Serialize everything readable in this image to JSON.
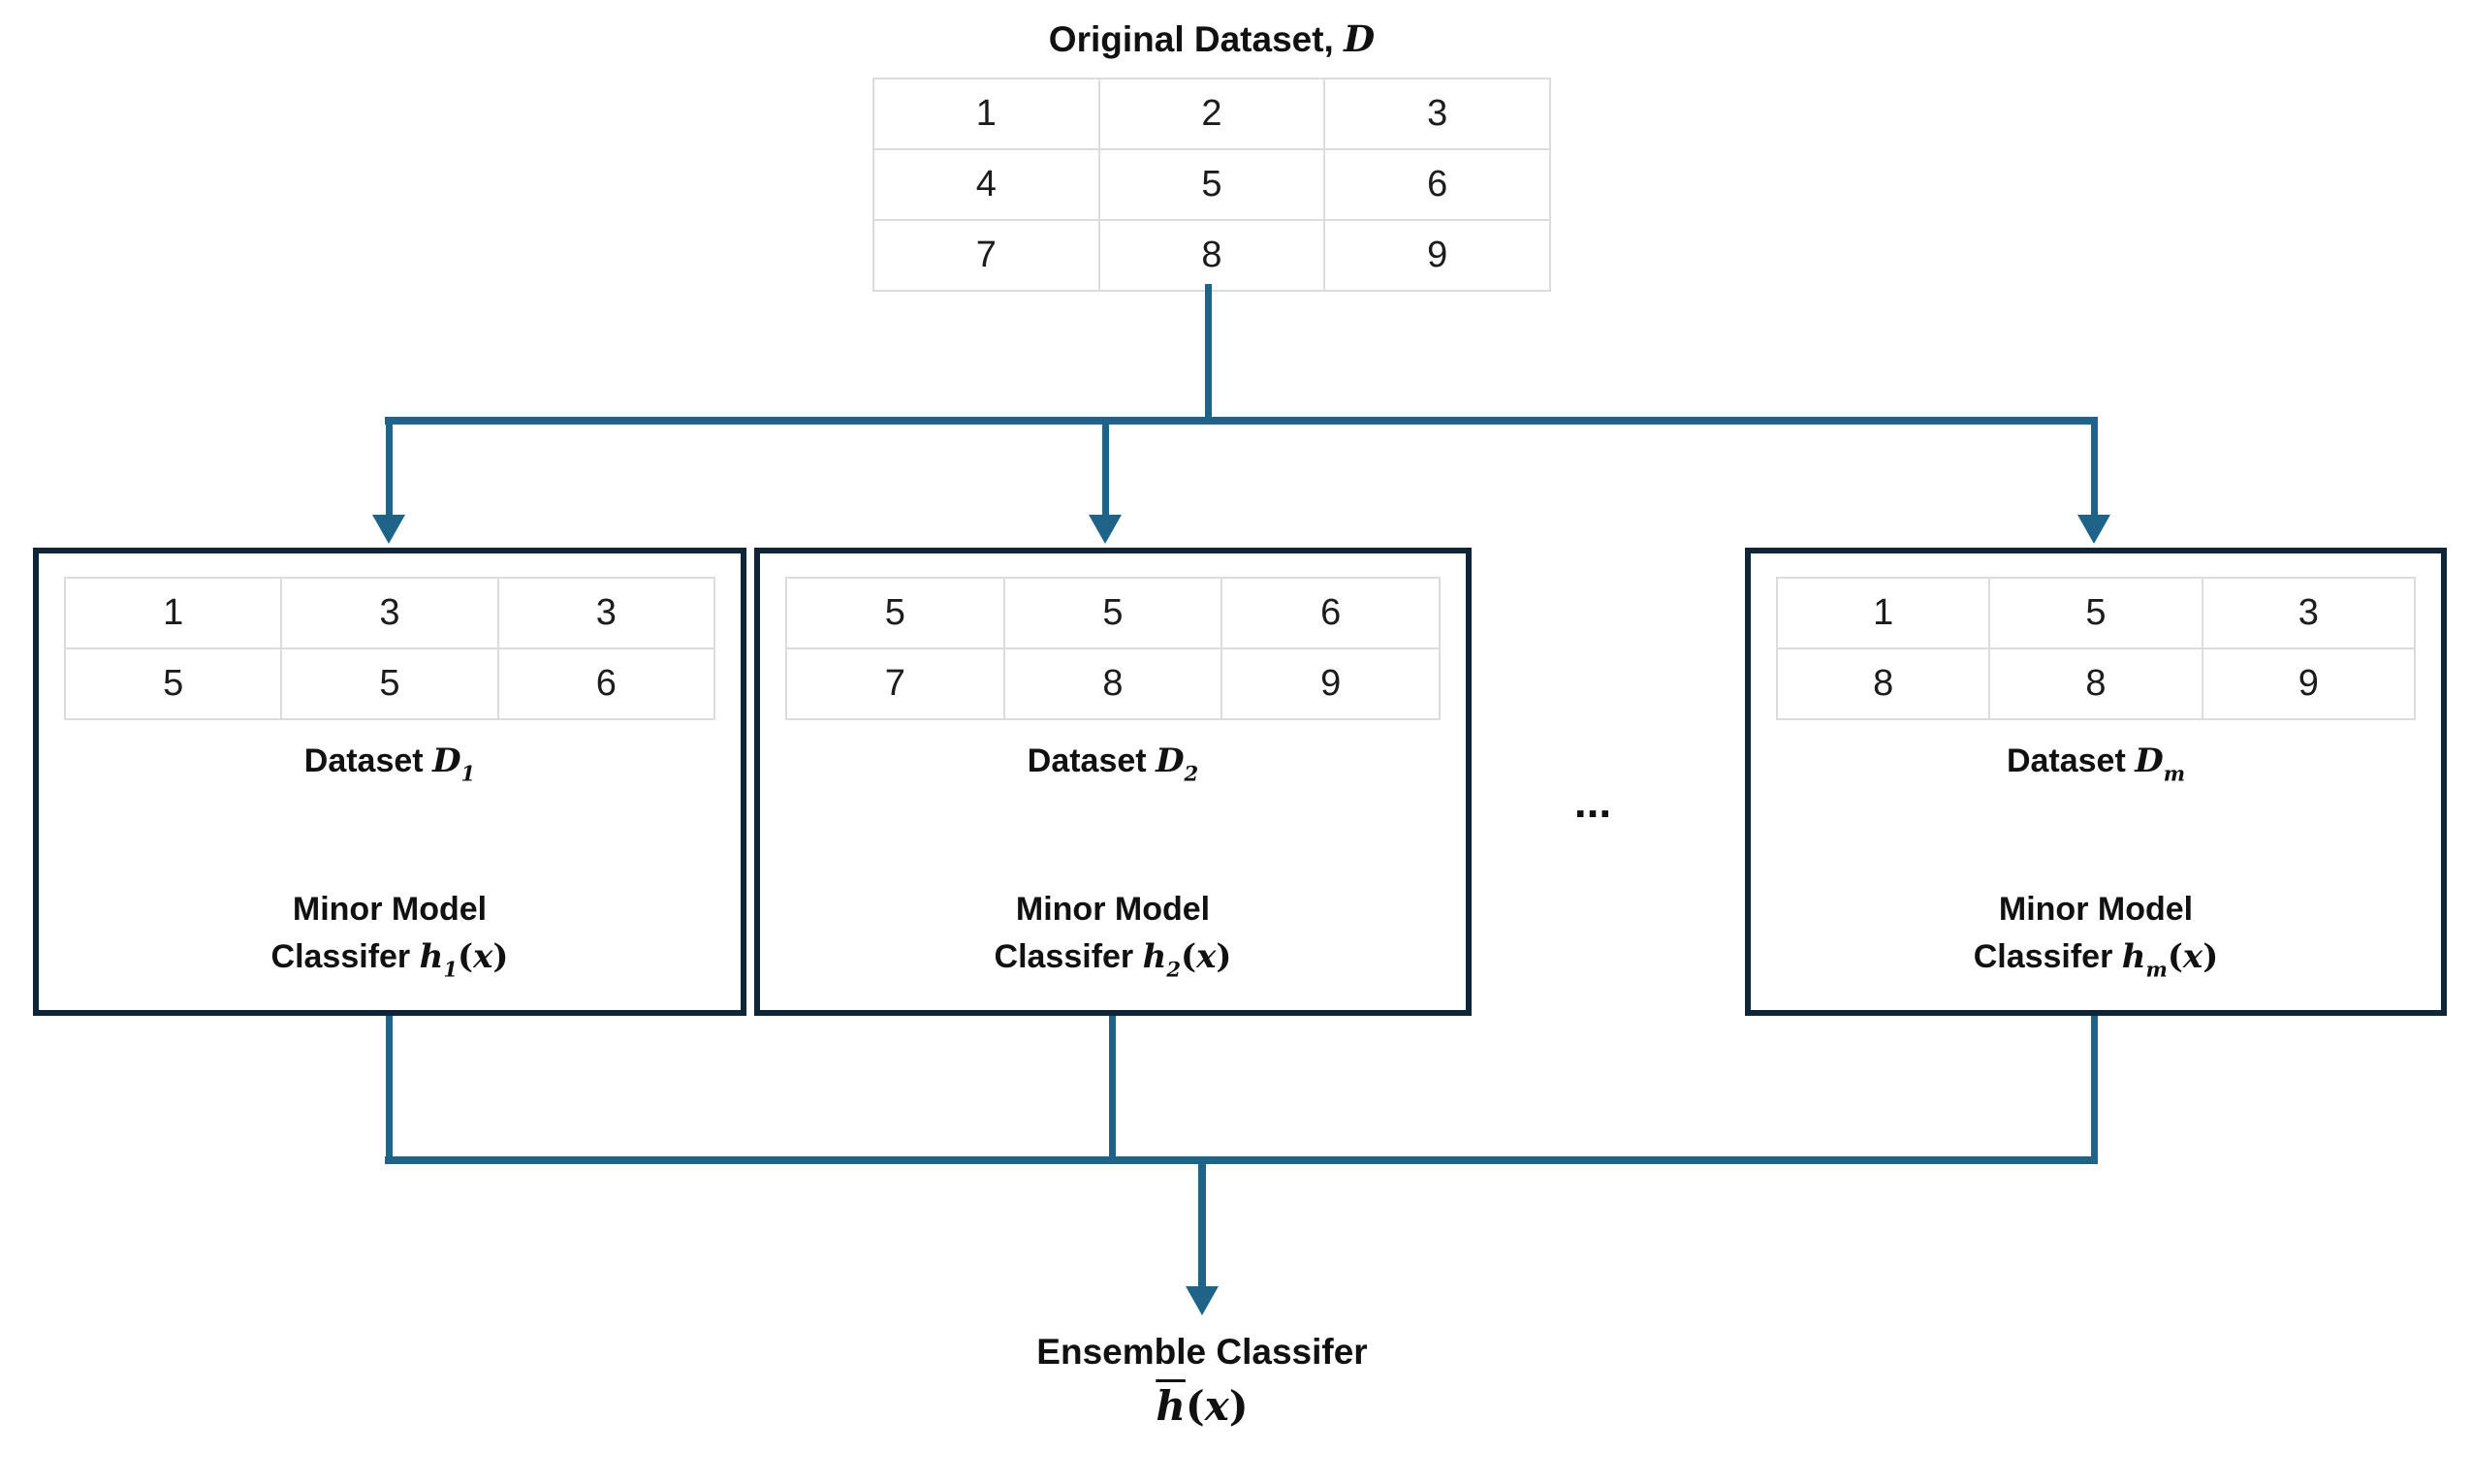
{
  "title": {
    "prefix": "Original Dataset,",
    "symbol": "D"
  },
  "original_table": {
    "rows": [
      [
        "1",
        "2",
        "3"
      ],
      [
        "4",
        "5",
        "6"
      ],
      [
        "7",
        "8",
        "9"
      ]
    ]
  },
  "branch_boxes": [
    {
      "table_rows": [
        [
          "1",
          "3",
          "3"
        ],
        [
          "5",
          "5",
          "6"
        ]
      ],
      "dataset_label": {
        "prefix": "Dataset",
        "symbol": "D",
        "subscript": "1"
      },
      "model_label": {
        "line1": "Minor Model",
        "line2_prefix": "Classifer",
        "symbol": "h",
        "subscript": "1",
        "arg_open": "(",
        "arg_var": "x",
        "arg_close": ")"
      }
    },
    {
      "table_rows": [
        [
          "5",
          "5",
          "6"
        ],
        [
          "7",
          "8",
          "9"
        ]
      ],
      "dataset_label": {
        "prefix": "Dataset",
        "symbol": "D",
        "subscript": "2"
      },
      "model_label": {
        "line1": "Minor Model",
        "line2_prefix": "Classifer",
        "symbol": "h",
        "subscript": "2",
        "arg_open": "(",
        "arg_var": "x",
        "arg_close": ")"
      }
    },
    {
      "table_rows": [
        [
          "1",
          "5",
          "3"
        ],
        [
          "8",
          "8",
          "9"
        ]
      ],
      "dataset_label": {
        "prefix": "Dataset",
        "symbol": "D",
        "subscript": "m"
      },
      "model_label": {
        "line1": "Minor Model",
        "line2_prefix": "Classifer",
        "symbol": "h",
        "subscript": "m",
        "arg_open": "(",
        "arg_var": "x",
        "arg_close": ")"
      }
    }
  ],
  "ellipsis": "...",
  "ensemble": {
    "line1": "Ensemble Classifer",
    "symbol": "h",
    "arg_open": "(",
    "arg_var": "x",
    "arg_close": ")"
  },
  "colors": {
    "connector": "#1f6488",
    "box_border": "#0f2638",
    "table_border": "#dcdcdc",
    "text": "#111111"
  }
}
